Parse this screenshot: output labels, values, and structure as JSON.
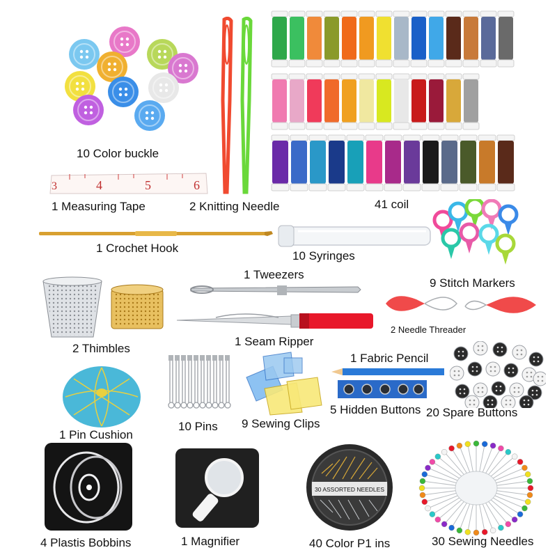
{
  "labels": {
    "color_buckle": "10 Color buckle",
    "measuring_tape": "1 Measuring Tape",
    "knitting_needle": "2 Knitting Needle",
    "coil": "41 coil",
    "crochet_hook": "1 Crochet Hook",
    "syringes": "10 Syringes",
    "stitch_markers": "9 Stitch Markers",
    "tweezers": "1 Tweezers",
    "thimbles": "2 Thimbles",
    "seam_ripper": "1 Seam Ripper",
    "needle_threader": "2 Needle Threader",
    "fabric_pencil": "1 Fabric Pencil",
    "hidden_buttons": "5 Hidden Buttons",
    "spare_buttons": "20 Spare Buttons",
    "pin_cushion": "1 Pin Cushion",
    "pins": "10 Pins",
    "sewing_clips": "9 Sewing Clips",
    "plastic_bobbins": "4 Plastis Bobbins",
    "magnifier": "1 Magnifier",
    "color_pins": "40 Color P1 ins",
    "sewing_needles": "30 Sewing Needles"
  },
  "tape_numbers": [
    "3",
    "4",
    "5",
    "6"
  ],
  "needle_case_text": "30 ASSORTED NEEDLES",
  "colors": {
    "buttons": [
      "#e878c8",
      "#7bc8f0",
      "#b8d85a",
      "#d978d0",
      "#f0b030",
      "#f2e040",
      "#e8e8e8",
      "#3a8ee8",
      "#c060e0",
      "#5aaaf0"
    ],
    "spools_row1": [
      "#2ea84a",
      "#3bc060",
      "#f08a3a",
      "#8a9a2a",
      "#f06a1a",
      "#f09a20",
      "#f0e030",
      "#a8b8c8",
      "#1a60c8",
      "#40a8e8",
      "#5a2a1a",
      "#c87a3a",
      "#5a6a9a",
      "#6a6a6a"
    ],
    "spools_row2": [
      "#f07ab0",
      "#e8a8c8",
      "#f03a5a",
      "#f06a2a",
      "#f0a020",
      "#f0e8a0",
      "#d8e820",
      "#e8e8e8",
      "#c81a1a",
      "#9a1a3a",
      "#d8a83a",
      "#a0a0a0"
    ],
    "spools_row3": [
      "#6a2aa8",
      "#3a6ac8",
      "#2a98c8",
      "#1a3a8a",
      "#18a0b8",
      "#e83a8a",
      "#a82a8a",
      "#6a3a9a",
      "#1a1a1a",
      "#5a6a8a",
      "#4a5a2a",
      "#c87a2a",
      "#5a2a1a"
    ],
    "stitch_markers": [
      "#f04a9a",
      "#3ab8e8",
      "#7ad83a",
      "#f07ab8",
      "#3a8ae8",
      "#2ac8a8",
      "#e85aa8",
      "#5ad8e8",
      "#a8d83a"
    ],
    "pin_cushion": "#4ab8d8",
    "needle_threader": "#f04a4a",
    "seam_ripper": "#e8182a",
    "fabric_pencil": "#2a7ad8"
  }
}
